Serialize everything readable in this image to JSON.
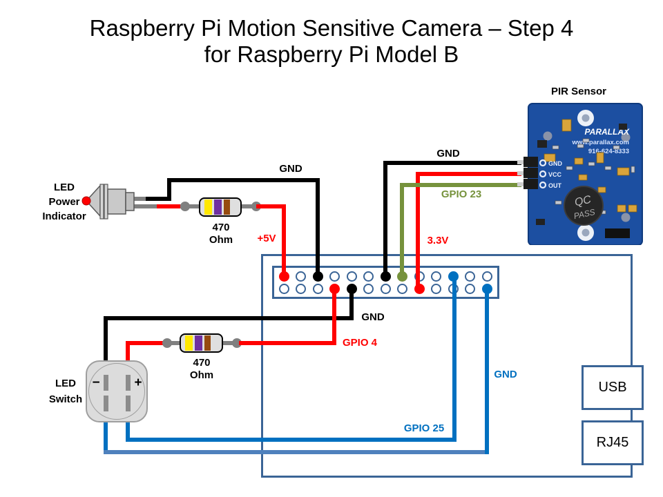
{
  "title": {
    "line1": "Raspberry Pi Motion Sensitive Camera – Step 4",
    "line2": "for Raspberry Pi Model B"
  },
  "pir": {
    "label": "PIR Sensor",
    "brand": "PARALLAX",
    "url": "www.parallax.com",
    "phone": "916-624-8333",
    "pin_labels": [
      "GND",
      "VCC",
      "OUT"
    ],
    "sticker": [
      "QC",
      "PASS"
    ]
  },
  "led_indicator": {
    "label_lines": [
      "LED",
      "Power",
      "Indicator"
    ]
  },
  "resistor1": {
    "line1": "470",
    "line2": "Ohm"
  },
  "resistor2": {
    "line1": "470",
    "line2": "Ohm"
  },
  "led_switch": {
    "label_lines": [
      "LED",
      "Switch"
    ],
    "minus": "−",
    "plus": "+"
  },
  "wire_labels": {
    "gnd_led": "GND",
    "plus5v": "+5V",
    "gnd_pir": "GND",
    "gpio23": "GPIO 23",
    "v33": "3.3V",
    "gnd_switch": "GND",
    "gpio4": "GPIO 4",
    "gnd_blue": "GND",
    "gpio25": "GPIO 25"
  },
  "ports": {
    "usb": "USB",
    "rj45": "RJ45"
  },
  "header": {
    "pins": {
      "top": [
        "red",
        null,
        "black",
        null,
        null,
        null,
        "black",
        "olive",
        null,
        null,
        "blue",
        null,
        null
      ],
      "bottom": [
        null,
        null,
        null,
        "red",
        "black",
        null,
        null,
        null,
        "red",
        null,
        null,
        null,
        "blue"
      ]
    }
  },
  "colors": {
    "red": "#FF0000",
    "black": "#000000",
    "olive_green": "#76923C",
    "wire_blue": "#0070C0",
    "steel_blue": "#4F81BD",
    "outline_blue": "#3A6496",
    "pcb_blue": "#1C4FA1",
    "resistor_band_colors": [
      "yellow",
      "violet",
      "brown"
    ]
  }
}
